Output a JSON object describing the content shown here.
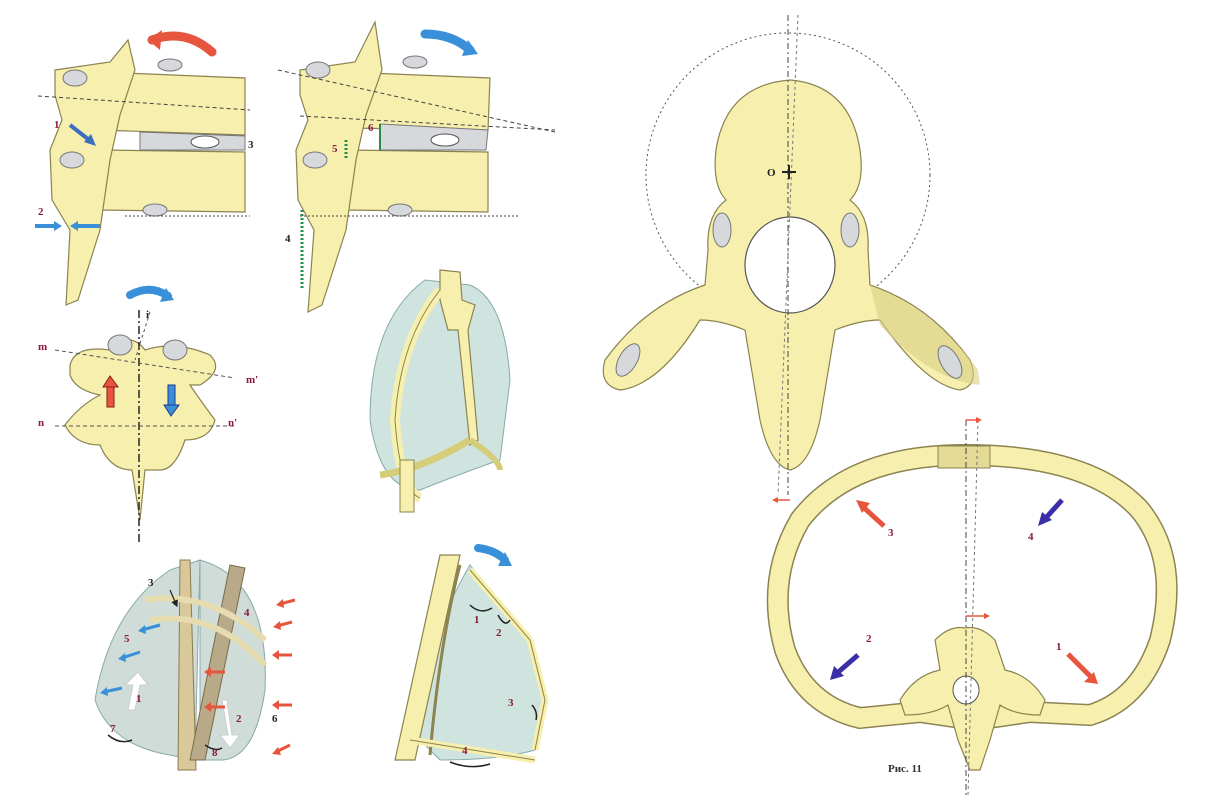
{
  "figure": {
    "caption": "Рис. 11"
  },
  "panels": {
    "vertebrae_left": {
      "labels": [
        "1",
        "2",
        "3"
      ]
    },
    "vertebrae_right": {
      "labels": [
        "4",
        "5",
        "6"
      ]
    },
    "posterior_view": {
      "axis_labels": [
        "i",
        "m",
        "m'",
        "n",
        "n'"
      ]
    },
    "lung_left": {
      "labels": [
        "1",
        "2",
        "3",
        "4",
        "5",
        "6",
        "7",
        "8"
      ]
    },
    "thorax_side": {
      "labels": [
        "1",
        "2",
        "3",
        "4"
      ]
    },
    "axial_vertebra": {
      "center_label": "O"
    },
    "rib_ring": {
      "labels": [
        "1",
        "2",
        "3",
        "4"
      ]
    }
  },
  "colors": {
    "bone": "#f6efad",
    "bone_stroke": "#8b8350",
    "disc": "#d6d8dc",
    "lung": "#cfe3df",
    "arrow_red": "#e8553e",
    "arrow_blue": "#3a8fd9",
    "arrow_navy": "#3b2fa8",
    "label": "#8b1a3a"
  }
}
